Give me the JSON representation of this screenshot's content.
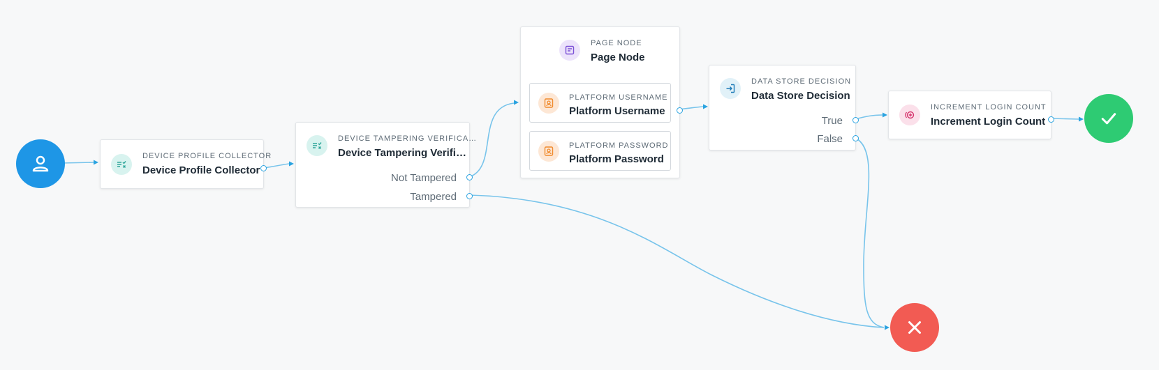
{
  "colors": {
    "start": "#1e96e6",
    "success": "#2ecb73",
    "failure": "#f25b53",
    "wire": "#78c4eb",
    "port": "#2aa3e0"
  },
  "start_node": {
    "icon": "user-icon"
  },
  "device_profile": {
    "type": "DEVICE PROFILE COLLECTOR",
    "title": "Device Profile Collector",
    "icon": "checklist-icon"
  },
  "device_tampering": {
    "type": "DEVICE TAMPERING VERIFICA…",
    "title": "Device Tampering Verifi…",
    "icon": "checklist-icon",
    "outcomes": [
      "Not Tampered",
      "Tampered"
    ]
  },
  "page_node": {
    "type": "PAGE NODE",
    "title": "Page Node",
    "icon": "page-icon",
    "children": [
      {
        "type": "PLATFORM USERNAME",
        "title": "Platform Username",
        "icon": "person-card-icon"
      },
      {
        "type": "PLATFORM PASSWORD",
        "title": "Platform Password",
        "icon": "person-card-icon"
      }
    ]
  },
  "data_store": {
    "type": "DATA STORE DECISION",
    "title": "Data Store Decision",
    "icon": "login-arrow-icon",
    "outcomes": [
      "True",
      "False"
    ]
  },
  "increment_login": {
    "type": "INCREMENT LOGIN COUNT",
    "title": "Increment Login Count",
    "icon": "increment-icon"
  },
  "success_node": {
    "icon": "check-icon"
  },
  "failure_node": {
    "icon": "x-icon"
  }
}
